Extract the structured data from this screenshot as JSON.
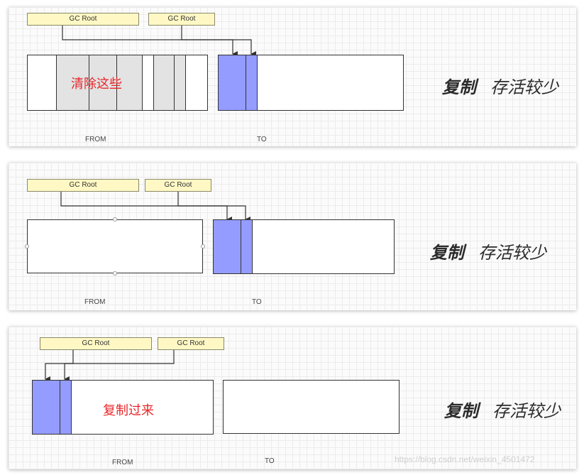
{
  "gc_root_label": "GC Root",
  "from_label": "FROM",
  "to_label": "TO",
  "copy_label": "复制",
  "few_survivors_label": "存活较少",
  "panel1": {
    "note": "清除这些"
  },
  "panel3": {
    "note": "复制过来"
  },
  "watermark": "https://blog.csdn.net/weixin_4501472"
}
